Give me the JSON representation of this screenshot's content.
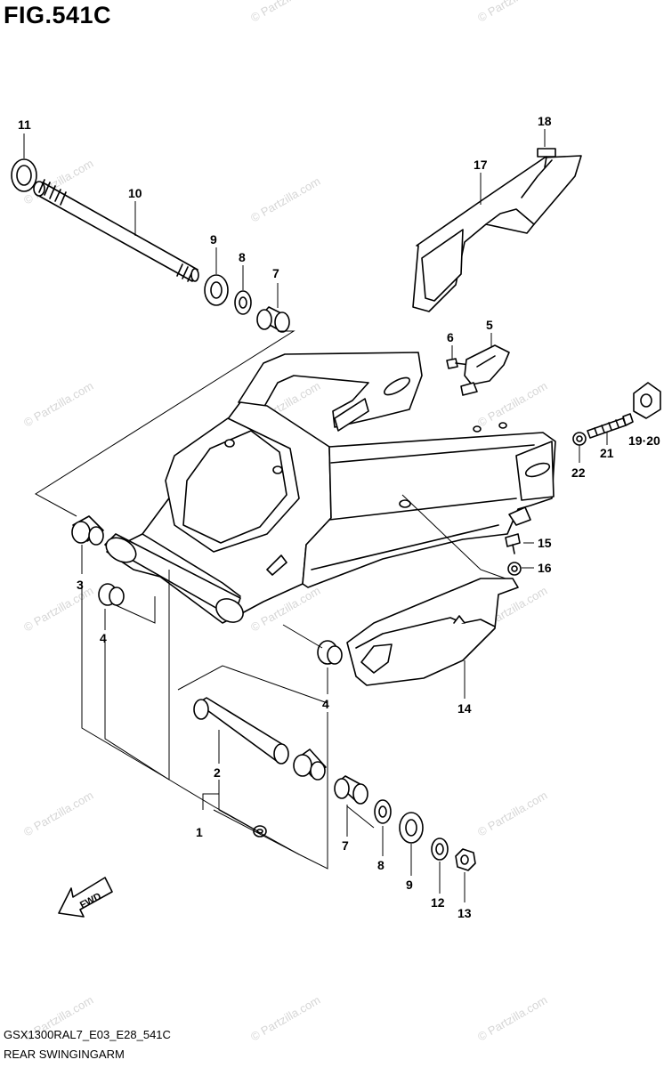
{
  "figure": {
    "title": "FIG.541C",
    "model_code": "GSX1300RAL7_E03_E28_541C",
    "section_name": "REAR SWINGINGARM",
    "watermark": "© Partzilla.com",
    "direction_label": "FWD"
  },
  "callouts": [
    "11",
    "10",
    "9",
    "8",
    "7",
    "18",
    "17",
    "6",
    "5",
    "19·20",
    "21",
    "22",
    "15",
    "16",
    "3",
    "4",
    "14",
    "4",
    "2",
    "1",
    "7",
    "8",
    "9",
    "12",
    "13"
  ]
}
